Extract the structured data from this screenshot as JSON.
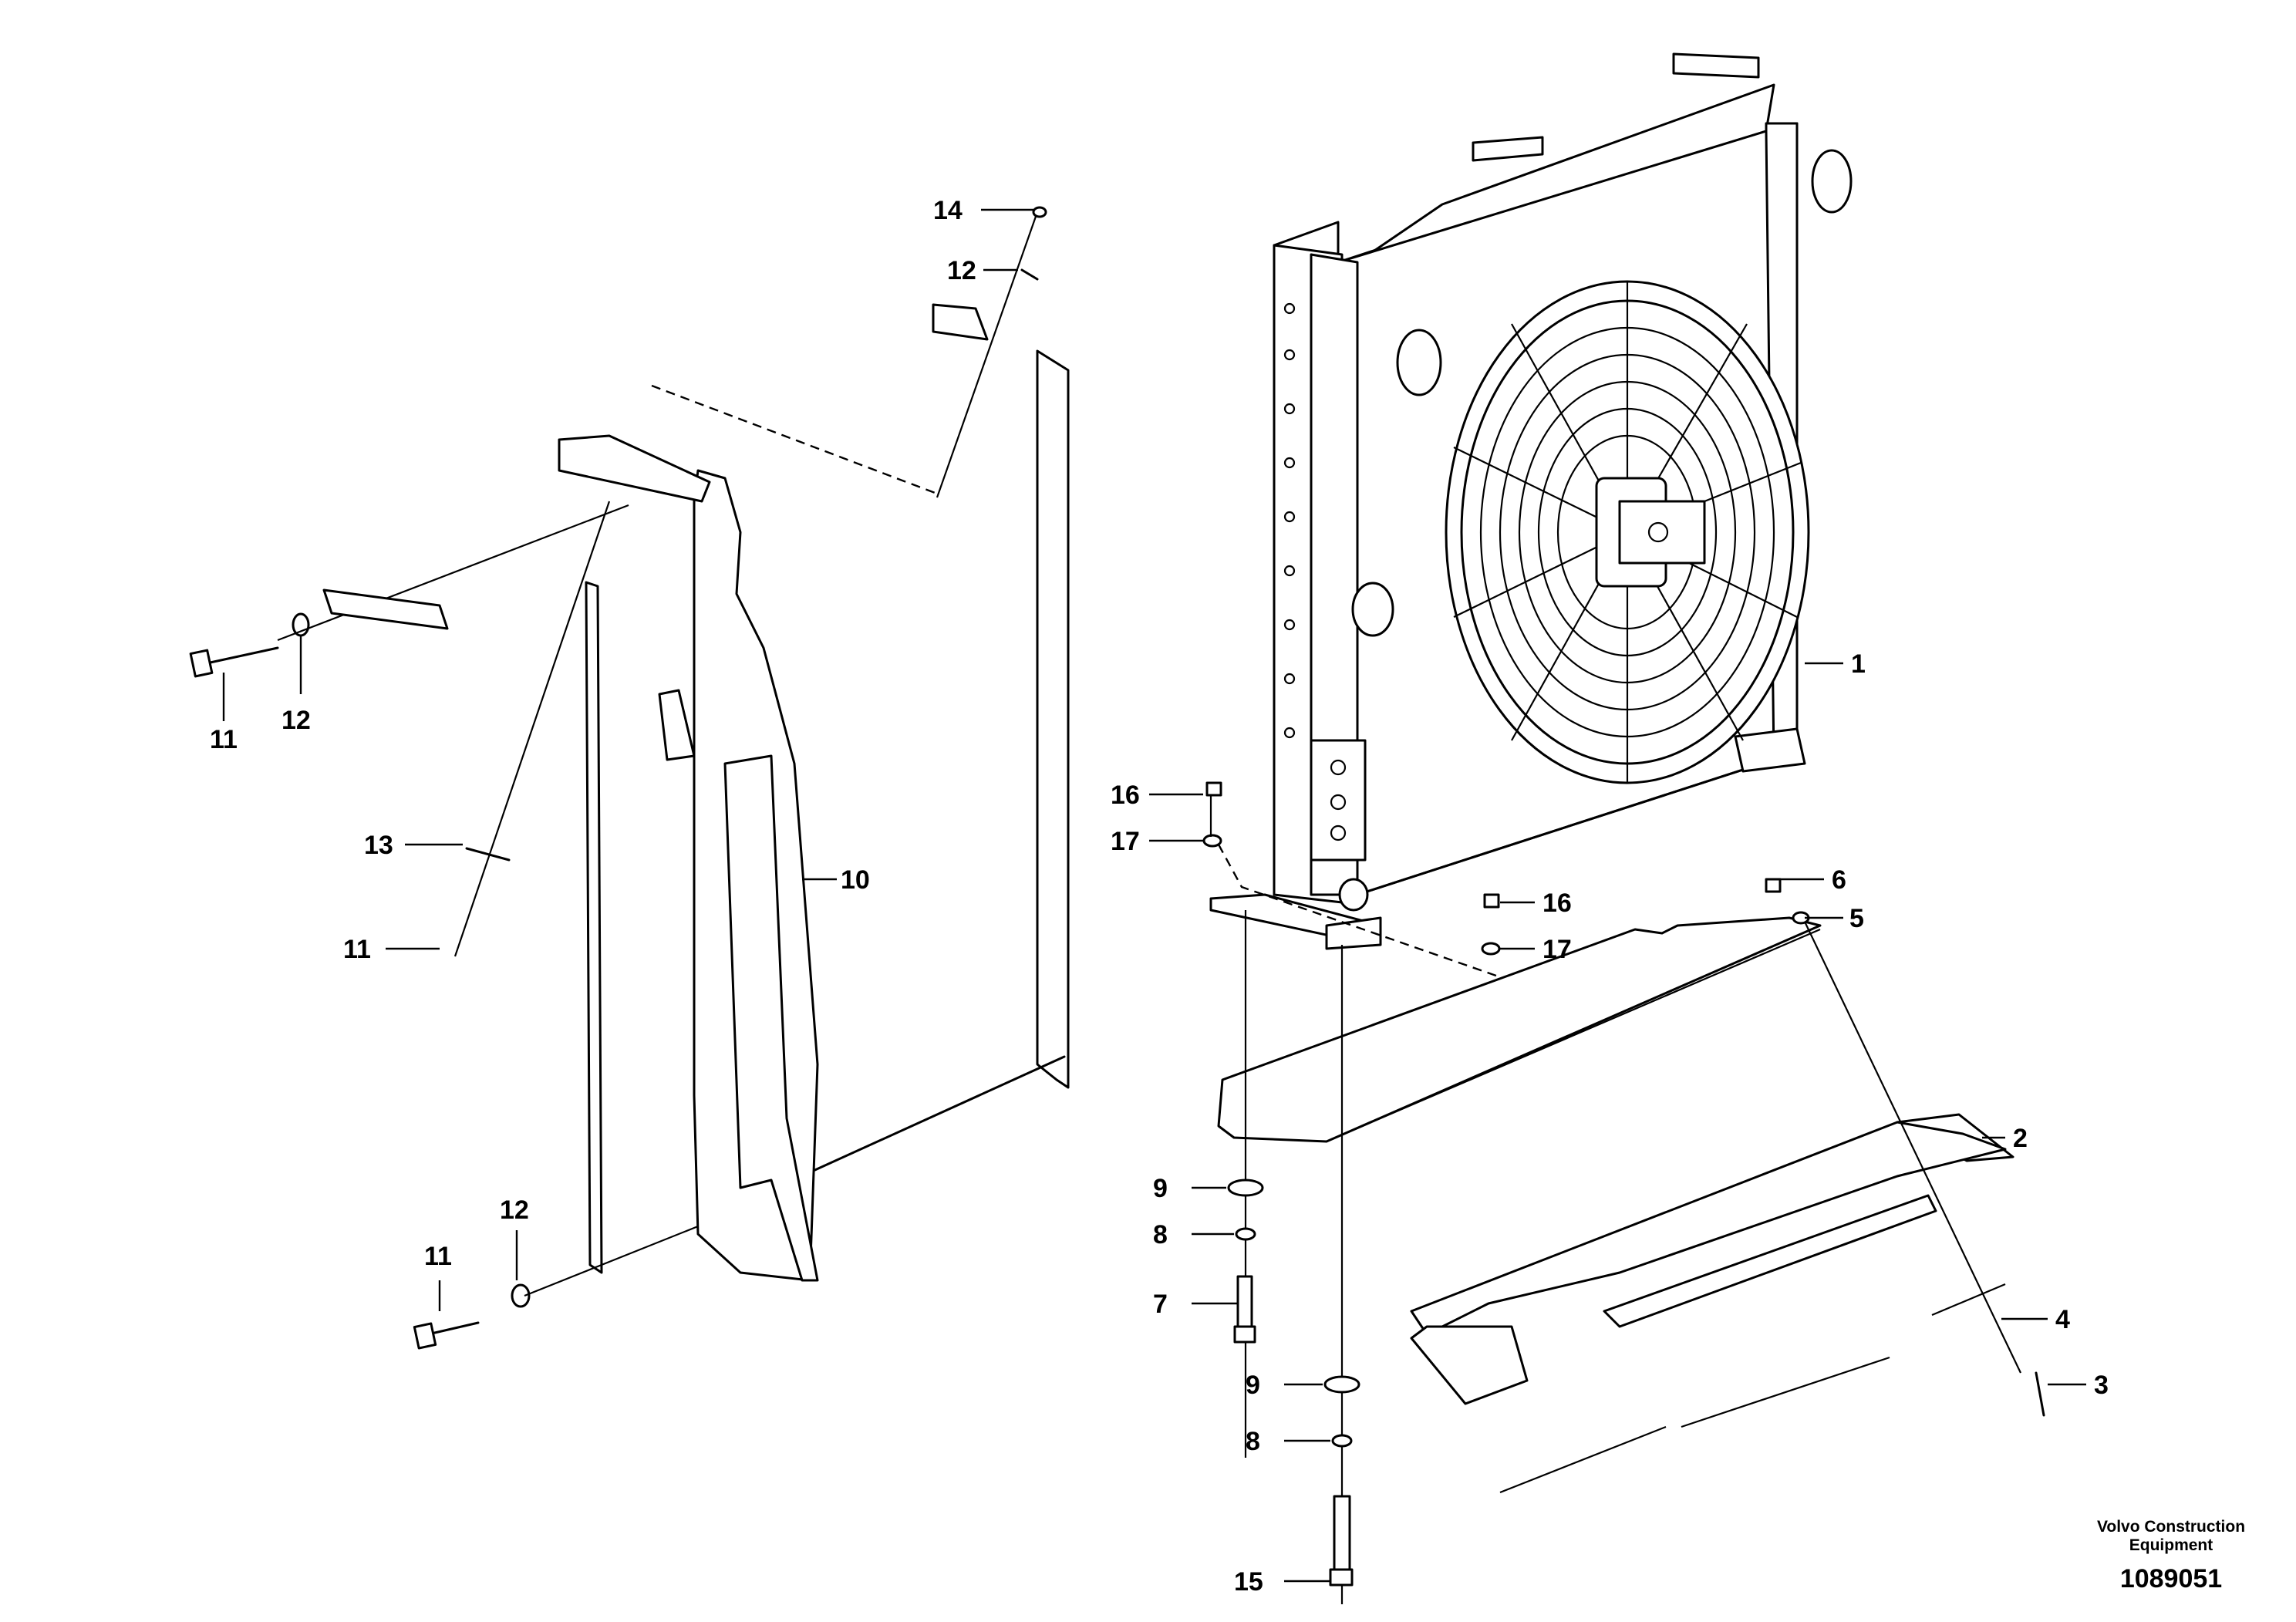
{
  "callouts": {
    "c1": "1",
    "c2": "2",
    "c3": "3",
    "c4": "4",
    "c5": "5",
    "c6": "6",
    "c7": "7",
    "c8a": "8",
    "c8b": "8",
    "c9a": "9",
    "c9b": "9",
    "c10": "10",
    "c11a": "11",
    "c11b": "11",
    "c11c": "11",
    "c12a": "12",
    "c12b": "12",
    "c12c": "12",
    "c13": "13",
    "c14": "14",
    "c15": "15",
    "c16a": "16",
    "c16b": "16",
    "c17a": "17",
    "c17b": "17"
  },
  "footer": {
    "brand_line1": "Volvo Construction",
    "brand_line2": "Equipment",
    "drawing_number": "1089051"
  }
}
